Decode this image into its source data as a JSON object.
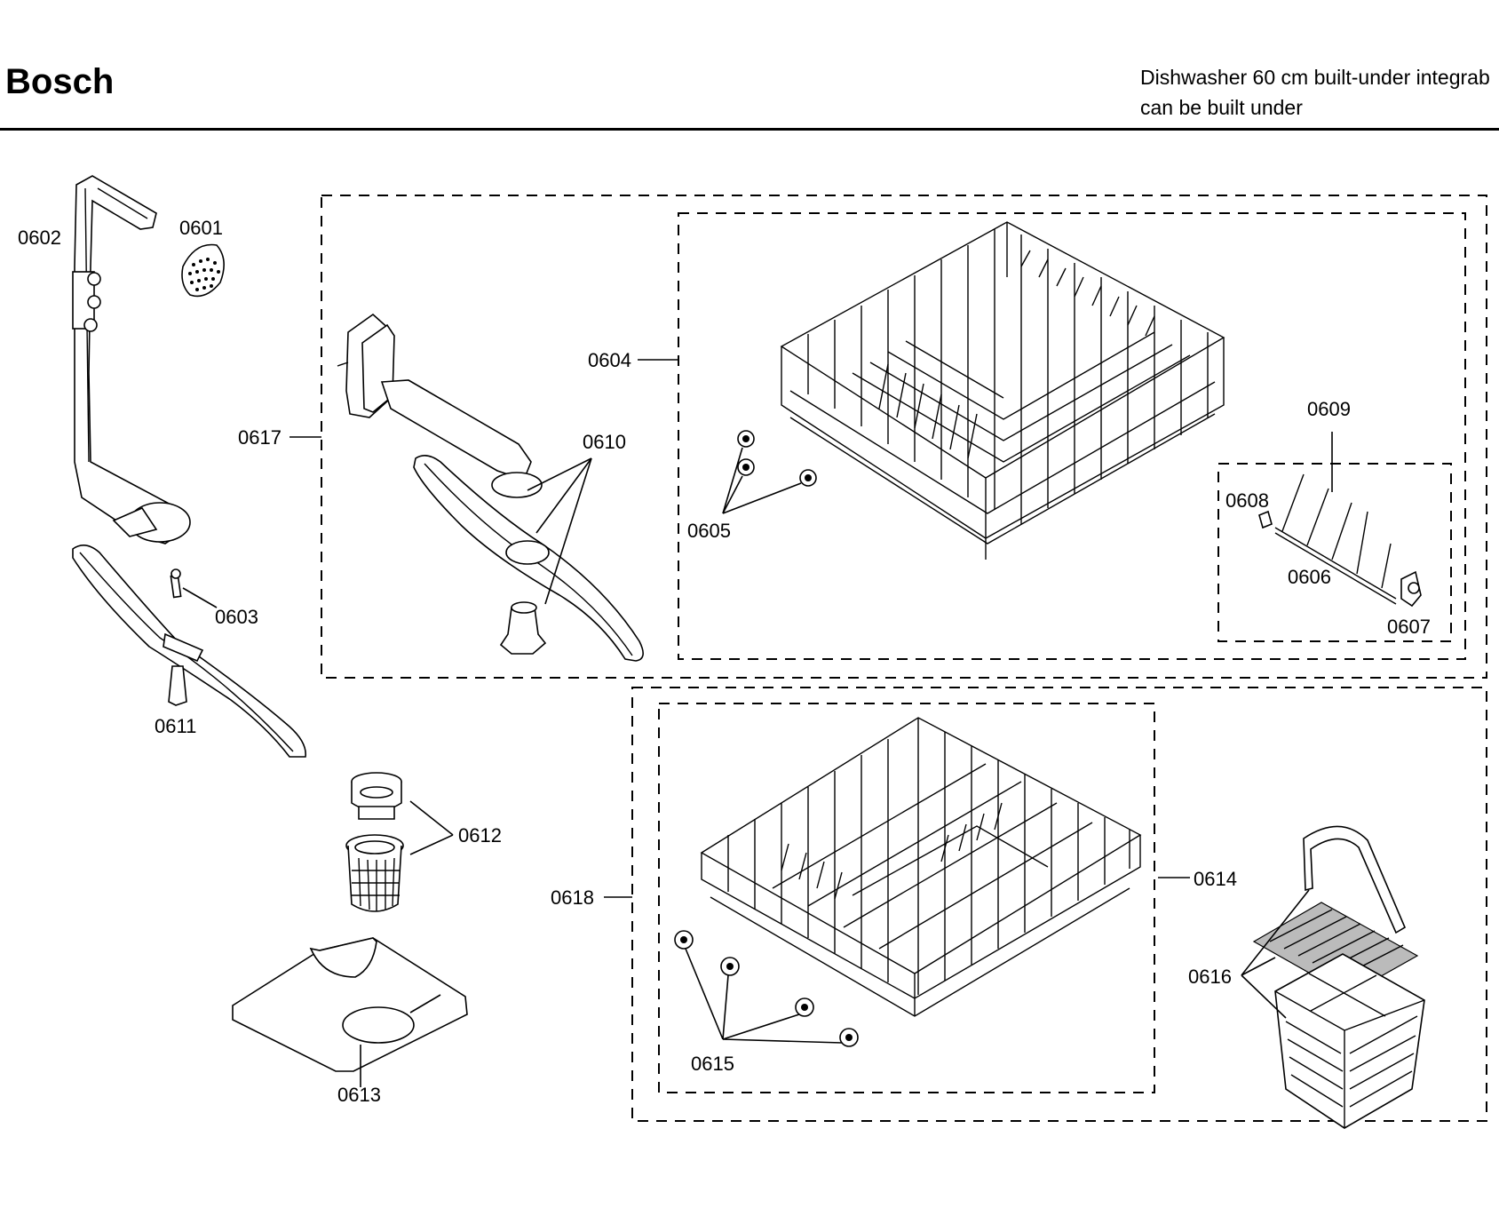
{
  "header": {
    "brand": "Bosch",
    "title_line1": "Dishwasher 60 cm built-under integrab",
    "title_line2": "can be built under"
  },
  "callouts": {
    "p0601": "0601",
    "p0602": "0602",
    "p0603": "0603",
    "p0604": "0604",
    "p0605": "0605",
    "p0606": "0606",
    "p0607": "0607",
    "p0608": "0608",
    "p0609": "0609",
    "p0610": "0610",
    "p0611": "0611",
    "p0612": "0612",
    "p0613": "0613",
    "p0614": "0614",
    "p0615": "0615",
    "p0616": "0616",
    "p0617": "0617",
    "p0618": "0618"
  }
}
